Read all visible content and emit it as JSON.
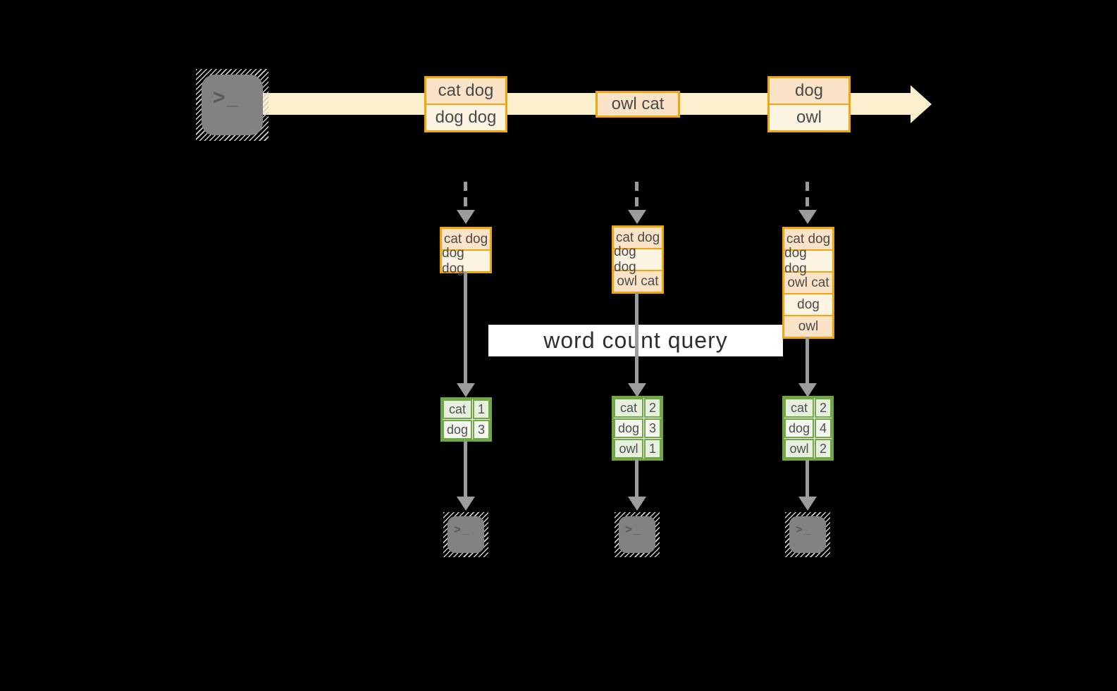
{
  "stream": {
    "events": [
      {
        "rows": [
          "cat dog",
          "dog dog"
        ]
      },
      {
        "rows": [
          "owl cat"
        ]
      },
      {
        "rows": [
          "dog",
          "owl"
        ]
      }
    ]
  },
  "query": {
    "label": "word count query"
  },
  "columns": [
    {
      "buffer": {
        "rows": [
          "cat dog",
          "dog dog"
        ]
      },
      "counts": {
        "rows": [
          {
            "word": "cat",
            "count": "1"
          },
          {
            "word": "dog",
            "count": "3"
          }
        ]
      }
    },
    {
      "buffer": {
        "rows": [
          "cat dog",
          "dog dog",
          "owl cat"
        ]
      },
      "counts": {
        "rows": [
          {
            "word": "cat",
            "count": "2"
          },
          {
            "word": "dog",
            "count": "3"
          },
          {
            "word": "owl",
            "count": "1"
          }
        ]
      }
    },
    {
      "buffer": {
        "rows": [
          "cat dog",
          "dog dog",
          "owl cat",
          "dog",
          "owl"
        ]
      },
      "counts": {
        "rows": [
          {
            "word": "cat",
            "count": "2"
          },
          {
            "word": "dog",
            "count": "4"
          },
          {
            "word": "owl",
            "count": "2"
          }
        ]
      }
    }
  ],
  "icons": {
    "terminal_prompt": ">_"
  },
  "colors": {
    "background": "#000000",
    "stream": "#FBEFCD",
    "orange_border": "#F2A60D",
    "cell_peach": "#FAE3C6",
    "cell_cream": "#FDF3E3",
    "green_border": "#6FA845",
    "green_cell_a": "#E7EFDE",
    "green_cell_b": "#F3F6EF",
    "arrow_gray": "#9C9C9C",
    "terminal_gray": "#828282",
    "banner_bg": "#FFFFFF"
  }
}
